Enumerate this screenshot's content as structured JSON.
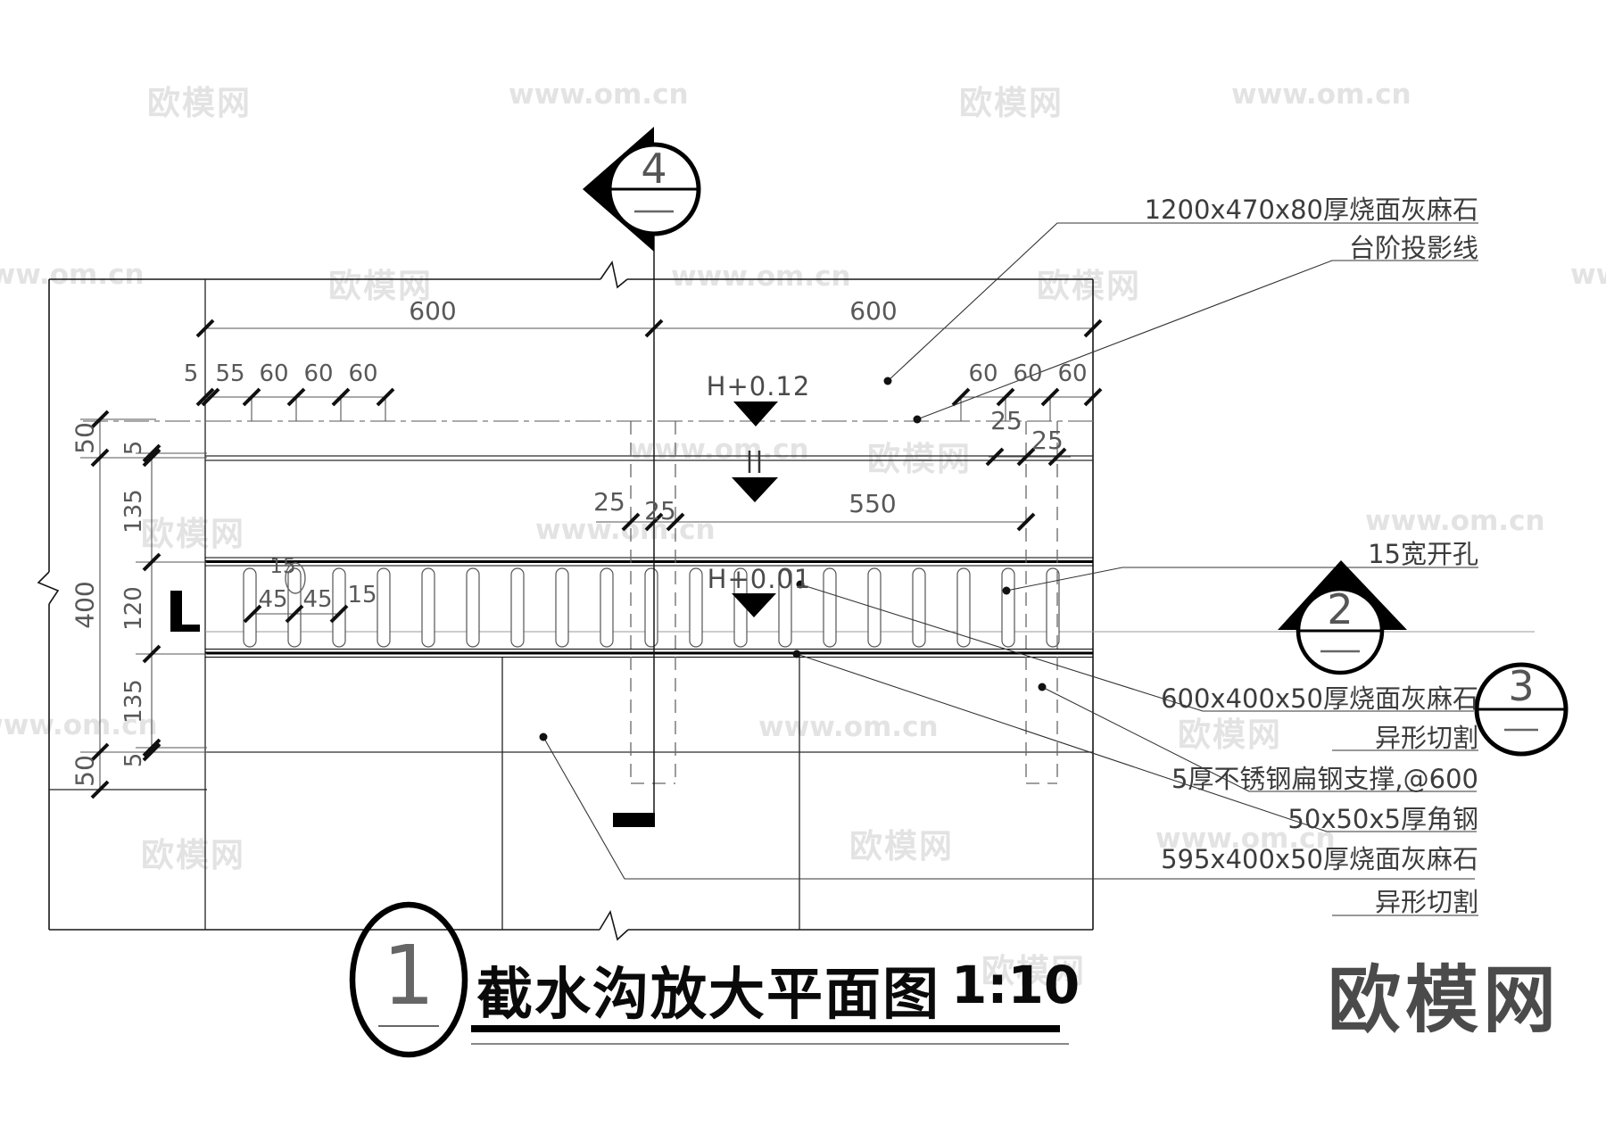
{
  "watermark": {
    "brand": "欧模网",
    "url": "www.om.cn"
  },
  "logo": {
    "text": "欧模网"
  },
  "title": {
    "number": "1",
    "text": "截水沟放大平面图",
    "scale": "1:10"
  },
  "section_markers": {
    "top": "4",
    "right": "2",
    "detail": "3"
  },
  "levels": {
    "upper": "H+0.12",
    "lower": "H+0.01"
  },
  "annotations": {
    "step_stone": "1200x470x80厚烧面灰麻石",
    "step_projection": "台阶投影线",
    "slot_opening": "15宽开孔",
    "upper_stone": "600x400x50厚烧面灰麻石",
    "upper_stone_cut": "异形切割",
    "flat_steel": "5厚不锈钢扁钢支撑,@600",
    "angle_steel": "50x50x5厚角钢",
    "lower_stone": "595x400x50厚烧面灰麻石",
    "lower_stone_cut": "异形切割"
  },
  "dims": {
    "top": [
      "600",
      "600"
    ],
    "top_small_left": [
      "5",
      "55",
      "60",
      "60",
      "60"
    ],
    "top_small_right": [
      "60",
      "60",
      "60"
    ],
    "left_outer": [
      "50",
      "400",
      "50"
    ],
    "left_inner": [
      "5",
      "135",
      "120",
      "135",
      "5"
    ],
    "center": [
      "25",
      "25",
      "550"
    ],
    "right_joint": [
      "25",
      "25"
    ],
    "slot": [
      "45",
      "45",
      "15",
      "15"
    ]
  }
}
